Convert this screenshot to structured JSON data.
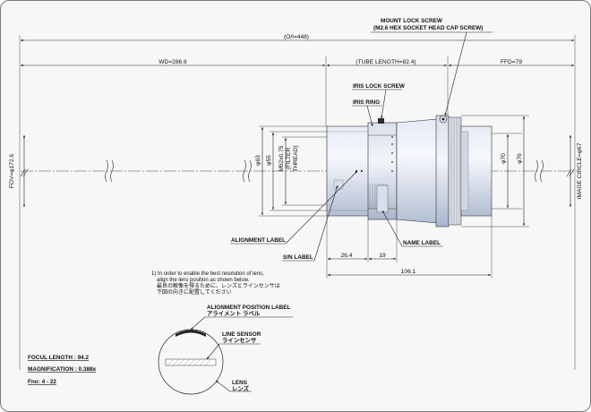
{
  "labels": {
    "mount_lock_screw": "MOUNT LOCK SCREW",
    "mount_lock_screw_sub": "(M2.6 HEX SOCKET HEAD CAP SCREW)",
    "iris_lock_screw": "IRIS LOCK SCREW",
    "iris_ring": "IRIS RING",
    "alignment_label": "ALIGNMENT LABEL",
    "sn_label": "S/N LABEL",
    "name_label": "NAME LABEL",
    "alignment_position_label": "ALIGNMENT POSITION LABEL",
    "alignment_position_label_jp": "アライメント ラベル",
    "line_sensor": "LINE SENSOR",
    "line_sensor_jp": "ラインセンサ",
    "lens": "LENS",
    "lens_jp": "レンズ"
  },
  "dimensions": {
    "overall": "(O/I=448)",
    "wd": "WD=286.6",
    "tube_length": "(TUBE LENGTH=82.4)",
    "ffd": "FFD=79",
    "fov": "FOV=φ172.6",
    "image_circle": "IMAGE CIRCLE=φ67",
    "d63": "φ63",
    "d55": "φ55",
    "filter_thread_1": "M52x0.75",
    "filter_thread_2": "(FILTER",
    "filter_thread_3": "THREAD)",
    "d70": "φ70",
    "d76": "φ76",
    "len_26_4": "26.4",
    "len_19": "19",
    "len_106_1": "106.1"
  },
  "note": {
    "line1": "1) In order to enable the best resolution of lens,",
    "line2": "align the lens position as shown below.",
    "line3": "最良の解像を得るために、レンズとラインセンサは",
    "line4": "下図の向きに配置してください"
  },
  "specs": {
    "focal_length": "FOCUL LENGTH : 94.2",
    "magnification": "MAGNIFICATION : 0.388x",
    "fno": "Fno: 4 - 22"
  }
}
